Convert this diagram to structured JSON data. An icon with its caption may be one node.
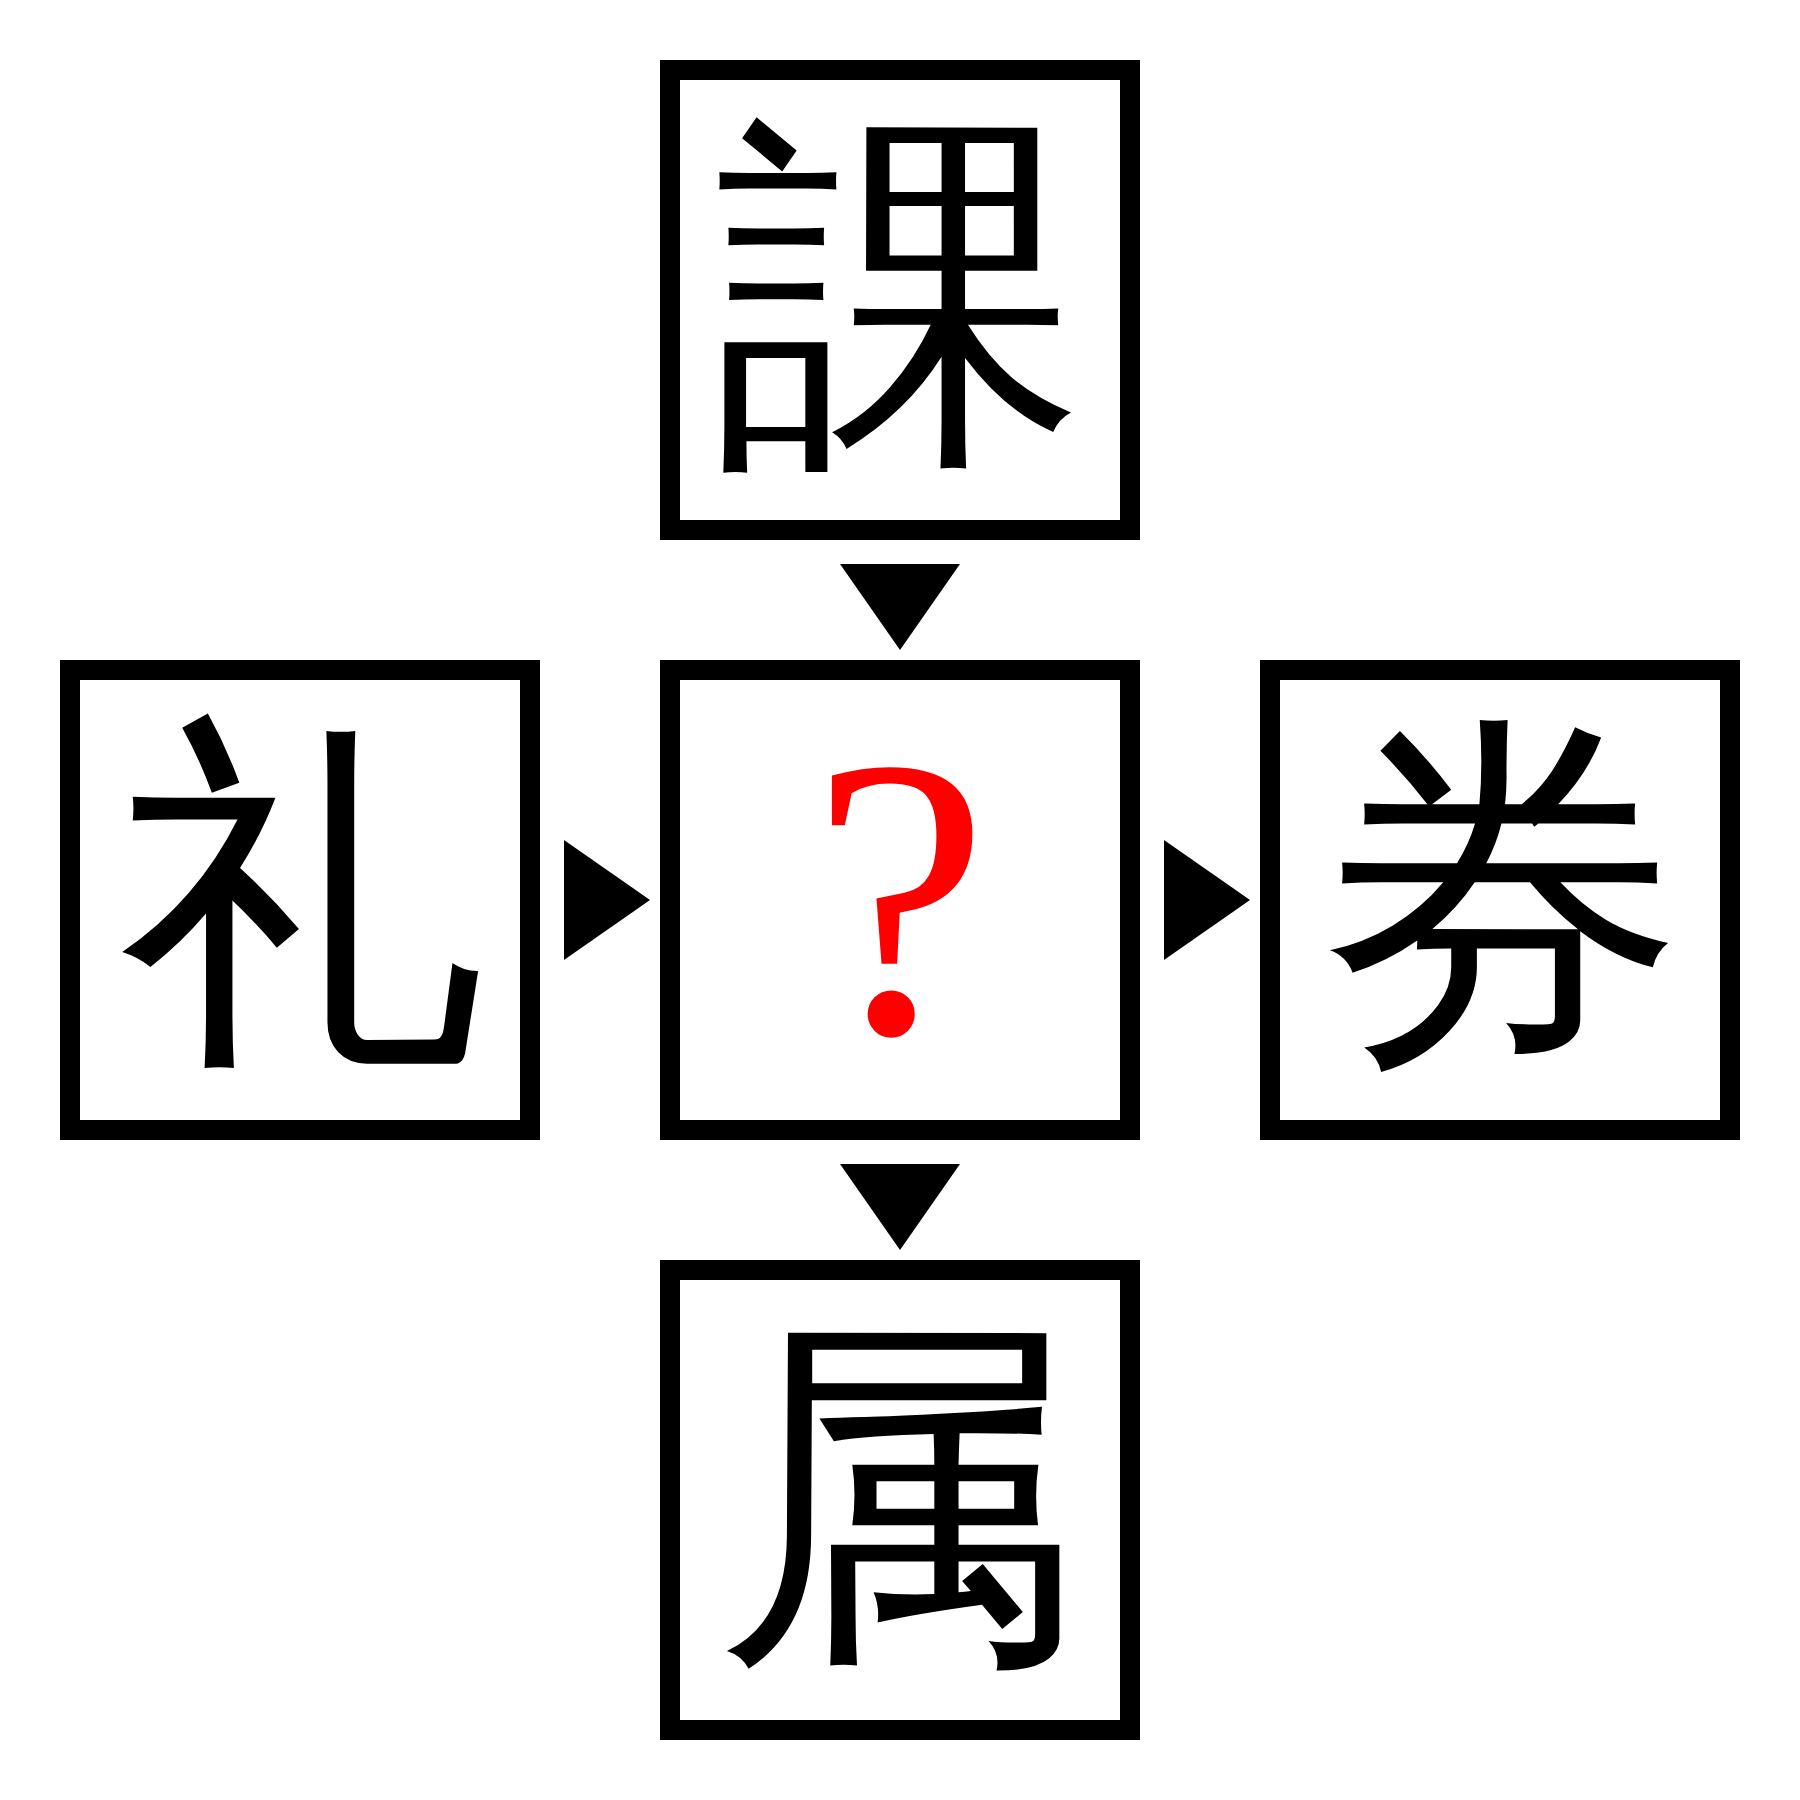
{
  "diagram": {
    "nodes": [
      {
        "text": [
          "課"
        ]
      },
      {
        "text": [
          "礼"
        ]
      },
      {
        "text": [
          "?"
        ]
      },
      {
        "text": [
          "券"
        ]
      },
      {
        "text": [
          "属"
        ]
      }
    ],
    "edges": [
      {
        "from": 0,
        "to": 2,
        "arrow": "to"
      },
      {
        "from": 1,
        "to": 2,
        "arrow": "to"
      },
      {
        "from": 2,
        "to": 3,
        "arrow": "to"
      },
      {
        "from": 2,
        "to": 4,
        "arrow": "to"
      }
    ]
  }
}
